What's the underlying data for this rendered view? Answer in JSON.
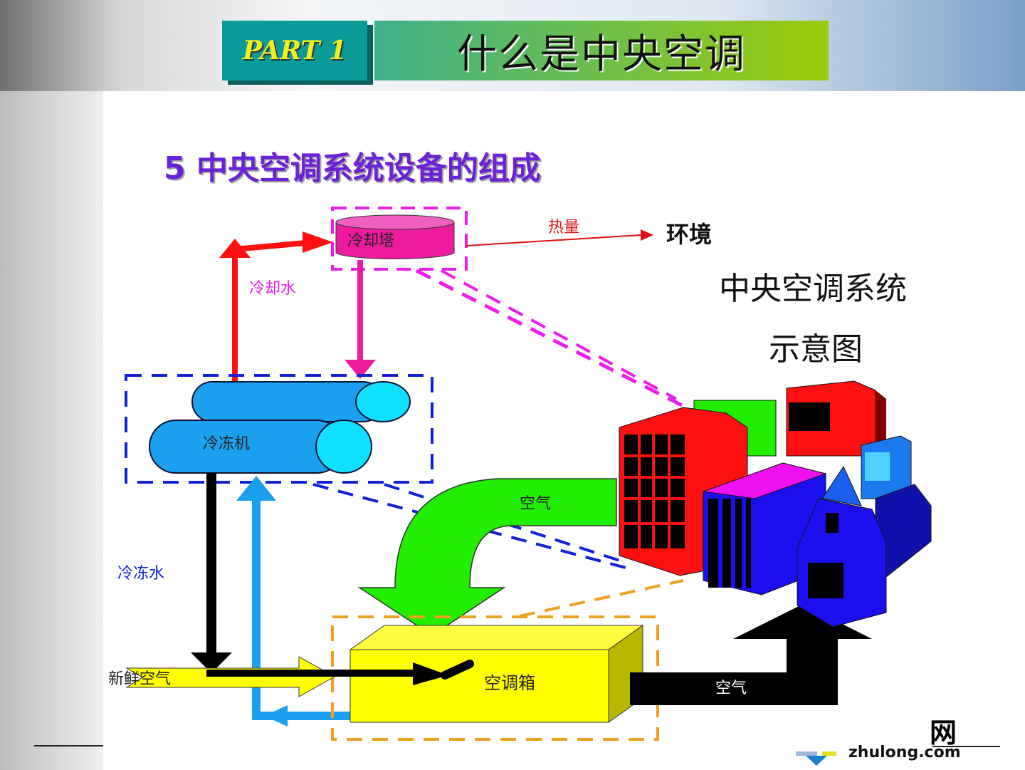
{
  "header": {
    "part_label": "PART 1",
    "title": "什么是中央空调"
  },
  "subtitle": "5  中央空调系统设备的组成",
  "diagram": {
    "cooling_tower": "冷却塔",
    "heat": "热量",
    "environment": "环境",
    "caption_line1": "中央空调系统",
    "caption_line2": "示意图",
    "cooling_water": "冷却水",
    "chiller": "冷冻机",
    "air_top": "空气",
    "chilled_water": "冷冻水",
    "fresh_air": "新鲜空气",
    "ahu": "空调箱",
    "air_bottom": "空气"
  },
  "footer": {
    "logo_text": "zhulong.com",
    "logo_char": "网"
  },
  "colors": {
    "part_bg": "#0b9a9a",
    "title_from": "#3fb08a",
    "title_to": "#9ccc0a",
    "subtitle": "#6a22d8",
    "tower": "#ee1aa0",
    "chiller": "#1aa0ee",
    "ahu": "#ffff00",
    "air_arrow": "#22ee00"
  }
}
